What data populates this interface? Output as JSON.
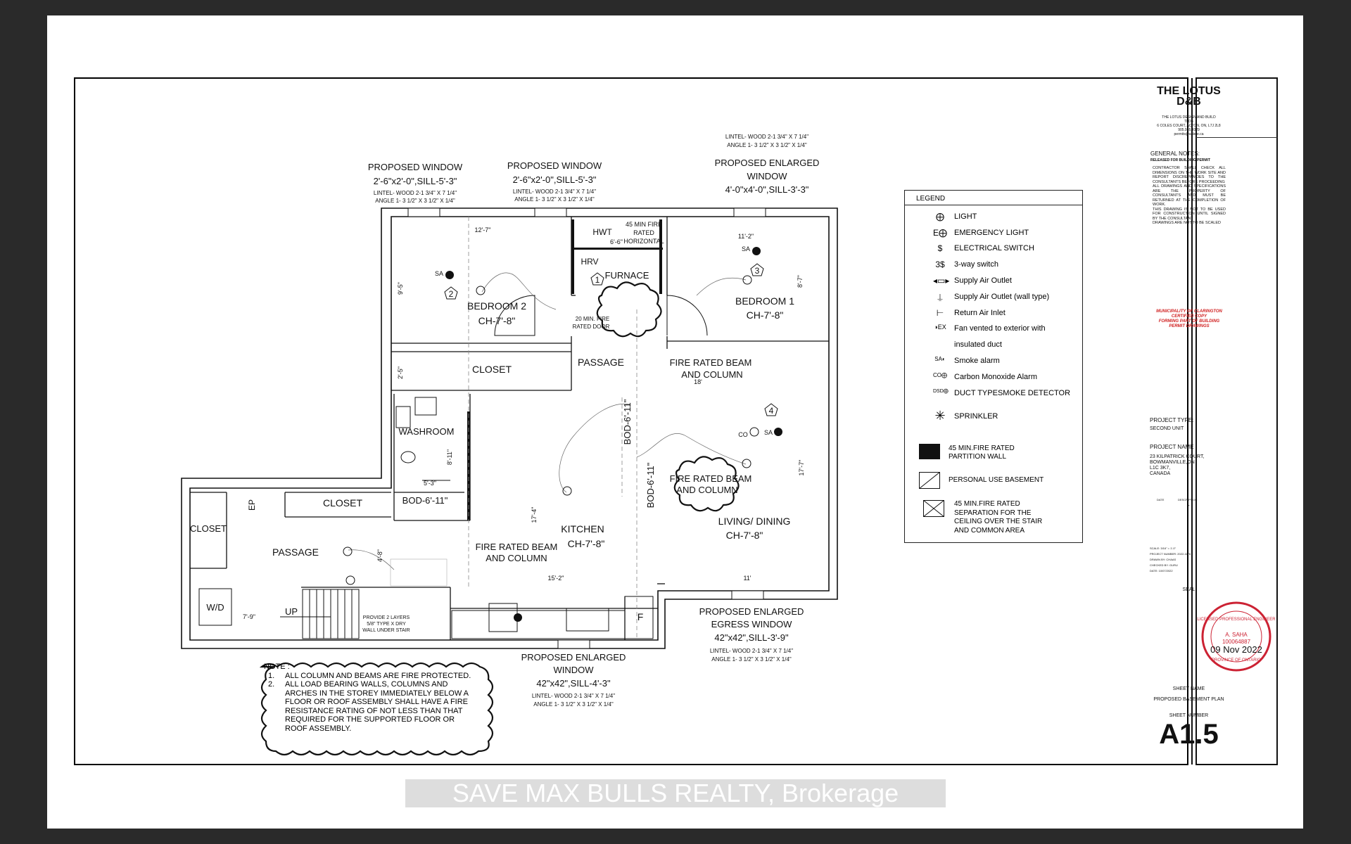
{
  "title_block": {
    "company_line1": "THE LOTUS",
    "company_line2": "D&B",
    "company_info": [
      "THE LOTUS DESIGN AND BUILD",
      "TLDB",
      "6 COLES COURT, ACTON, ON, L7J 2L8",
      "905.965.4329",
      "permits@anbee.ca"
    ],
    "general_notes_title": "GENERAL NOTES:",
    "released": "RELEASED FOR BUILDING PERMIT",
    "notes": [
      "CONTRACTOR SHALL CHECK ALL DIMENSIONS ON THE WORK SITE AND REPORT DISCREPANCIES TO THE CONSULTANTS BEFORE PROCEEDING",
      "ALL DRAWINGS AND SPECIFICATIONS ARE THE PROPERTY OF CONSULTANTS AND MUST BE RETURNED AT THE COMPLETION OF WORK.",
      "THIS DRAWING IS NOT TO BE USED FOR CONSTRUCTION UNTIL SIGNED BY THE CONSULTANT",
      "DRAWINGS ARE NOT TO BE SCALED"
    ],
    "stamp_text": [
      "MUNICIPALITY OF CLARINGTON",
      "CERTIFIED COPY",
      "FORMING PART OF BUILDING",
      "PERMIT DRAWINGS"
    ],
    "project_type_label": "PROJECT TYPE:",
    "project_type": "SECOND UNIT",
    "project_name_label": "PROJECT NAME",
    "project_address": [
      "23 KILPATRICK COURT,",
      "BOWMANVILLE,ON",
      "L1C 3K7,",
      "CANADA"
    ],
    "rev_date": "DATE",
    "rev_desc": "DESCRIPTION",
    "rev_dash": "-",
    "meta": [
      "SCALE: 3/16\" = 1'-0\"",
      "PROJECT NUMBER: 2022-1176",
      "DRAWN BY: CHAAS",
      "CHECKED BY: GURU",
      "DATE: 10/07/2022"
    ],
    "seal_label": "SEAL",
    "seal_text_top": "LICENSED PROFESSIONAL ENGINEER",
    "seal_name": "A. SAHA",
    "seal_number": "100064887",
    "seal_bottom": "PROVINCE OF ONTARIO",
    "seal_date": "09 Nov 2022",
    "sheet_name_label": "SHEET NAME",
    "sheet_name": "PROPOSED BASEMENT PLAN",
    "sheet_number_label": "SHEET NUMBER",
    "sheet_number": "A1.5"
  },
  "legend": {
    "title": "LEGEND",
    "items": [
      {
        "sym": "⨁",
        "label": "LIGHT"
      },
      {
        "sym": "E⨁",
        "label": "EMERGENCY LIGHT"
      },
      {
        "sym": "$",
        "label": "ELECTRICAL SWITCH"
      },
      {
        "sym": "3$",
        "label": "3-way switch"
      },
      {
        "sym": "◂▭▸",
        "label": "Supply Air Outlet"
      },
      {
        "sym": "⍊",
        "label": "Supply Air Outlet (wall type)"
      },
      {
        "sym": "⊢",
        "label": "Return Air Inlet"
      },
      {
        "sym": "◑EX",
        "label": "Fan vented to exterior with"
      },
      {
        "sym": "",
        "label": "insulated duct"
      },
      {
        "sym": "SA◐",
        "label": "Smoke alarm"
      },
      {
        "sym": "CO⨁",
        "label": "Carbon Monoxide Alarm"
      },
      {
        "sym": "DSD⨁",
        "label": "DUCT TYPESMOKE DETECTOR"
      },
      {
        "sym": "✳",
        "label": "SPRINKLER"
      }
    ],
    "fire_wall_1": "45 MIN.FIRE RATED",
    "fire_wall_2": "PARTITION WALL",
    "personal_use": "PERSONAL USE BASEMENT",
    "sep_1": "45 MIN.FIRE RATED",
    "sep_2": "SEPARATION FOR THE",
    "sep_3": "CEILING OVER THE STAIR",
    "sep_4": "AND COMMON AREA"
  },
  "plan_labels": {
    "window1": [
      "PROPOSED  WINDOW",
      "2'-6\"x2'-0\",SILL-5'-3\"",
      "LINTEL- WOOD 2-1 3/4\" X 7 1/4\"",
      "ANGLE  1- 3 1/2\" X 3 1/2\" X 1/4\""
    ],
    "window2": [
      "PROPOSED  WINDOW",
      "2'-6\"x2'-0\",SILL-5'-3\"",
      "LINTEL- WOOD 2-1 3/4\" X 7 1/4\"",
      "ANGLE  1- 3 1/2\" X 3 1/2\" X 1/4\""
    ],
    "window3": [
      "LINTEL- WOOD 2-1 3/4\" X 7 1/4\"",
      "ANGLE  1- 3 1/2\" X 3 1/2\" X 1/4\"",
      "PROPOSED ENLARGED",
      "WINDOW",
      "4'-0\"x4'-0\",SILL-3'-3\""
    ],
    "window4": [
      "PROPOSED ENLARGED",
      "EGRESS WINDOW",
      "42\"x42\",SILL-3'-9\"",
      "LINTEL- WOOD 2-1 3/4\" X 7 1/4\"",
      "ANGLE  1- 3 1/2\" X 3 1/2\" X 1/4\""
    ],
    "window5": [
      "PROPOSED ENLARGED",
      "WINDOW",
      "42\"x42\",SILL-4'-3\"",
      "LINTEL- WOOD 2-1 3/4\" X 7 1/4\"",
      "ANGLE  1- 3 1/2\" X 3 1/2\" X 1/4\""
    ],
    "bedroom2": [
      "BEDROOM 2",
      "CH-7'-8\""
    ],
    "bedroom1": [
      "BEDROOM 1",
      "CH-7'-8\""
    ],
    "kitchen": [
      "KITCHEN",
      "CH-7'-8\""
    ],
    "living": [
      "LIVING/ DINING",
      "CH-7'-8\""
    ],
    "closet": "CLOSET",
    "passage": "PASSAGE",
    "washroom": "WASHROOM",
    "furnace": "FURNACE",
    "hwt": "HWT",
    "hrv": "HRV",
    "fire_rated_note": [
      "45 MIN FIRE",
      "RATED",
      "HORIZONTAL"
    ],
    "door_note": [
      "20 MIN. FIRE",
      "RATED DOOR"
    ],
    "beam": [
      "FIRE RATED BEAM",
      "AND COLUMN"
    ],
    "bod": "BOD-6'-11\"",
    "stair_note": [
      "PROVIDE 2 LAYERS",
      "5/8\" TYPE X DRY",
      "WALL UNDER STAIR"
    ],
    "up": "UP",
    "wd": "W/D",
    "ep": "EP",
    "f": "F",
    "sa": "SA",
    "co": "CO",
    "dims": {
      "d1": "12'-7\"",
      "d2": "11'-2\"",
      "d3": "9'-5\"",
      "d4": "8'-7\"",
      "d5": "2'-5\"",
      "d6": "18'",
      "d7": "17'-7\"",
      "d8": "17'-4\"",
      "d9": "15'-2\"",
      "d10": "11'",
      "d11": "5'-3\"",
      "d12": "8'-11\"",
      "d13": "4'-8\"",
      "d14": "7'-9\"",
      "d15": "6'-6\""
    },
    "tags": [
      "1",
      "2",
      "3",
      "4"
    ]
  },
  "note": {
    "title": "NOTE :",
    "n1": "ALL COLUMN AND BEAMS ARE FIRE PROTECTED.",
    "n2": "ALL LOAD BEARING WALLS, COLUMNS AND ARCHES IN THE STOREY IMMEDIATELY BELOW A FLOOR OR ROOF ASSEMBLY SHALL HAVE A FIRE RESISTANCE RATING OF NOT LESS THAN THAT REQUIRED FOR THE SUPPORTED FLOOR OR ROOF ASSEMBLY."
  },
  "watermark": "SAVE MAX BULLS REALTY, Brokerage"
}
